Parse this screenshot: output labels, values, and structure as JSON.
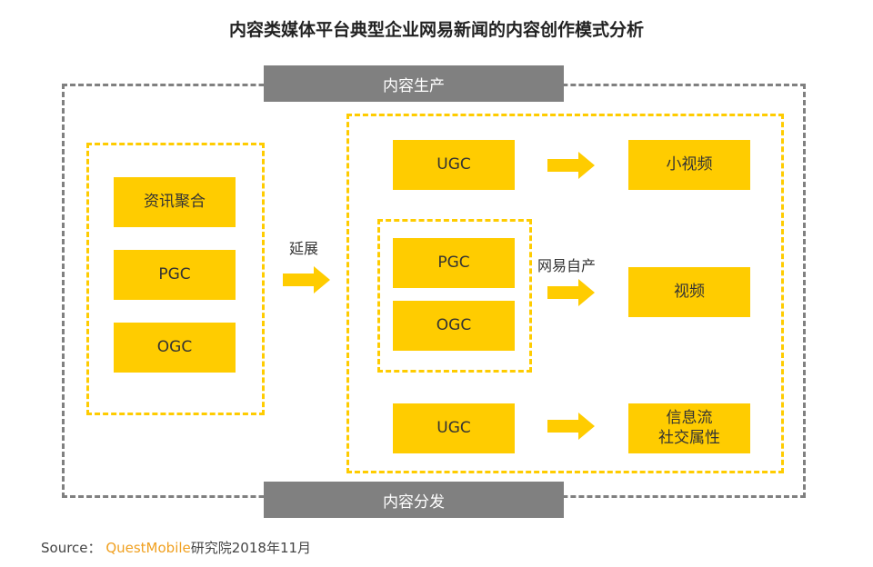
{
  "title": "内容类媒体平台典型企业网易新闻的内容创作模式分析",
  "labels": {
    "top": "内容生产",
    "bottom": "内容分发"
  },
  "left_group": {
    "items": [
      "资讯聚合",
      "PGC",
      "OGC"
    ]
  },
  "extend_label": "延展",
  "right_group": {
    "rows": [
      {
        "source": "UGC",
        "target": "小视频"
      },
      {
        "sources": [
          "PGC",
          "OGC"
        ],
        "annotation": "网易自产",
        "target": "视频"
      },
      {
        "source": "UGC",
        "target_line1": "信息流",
        "target_line2": "社交属性"
      }
    ]
  },
  "source": {
    "prefix": "Source：",
    "brand": "QuestMobile",
    "suffix": "研究院2018年11月"
  },
  "colors": {
    "yellow": "#FFCC00",
    "gray": "#808080",
    "brand_orange": "#F0A020"
  }
}
